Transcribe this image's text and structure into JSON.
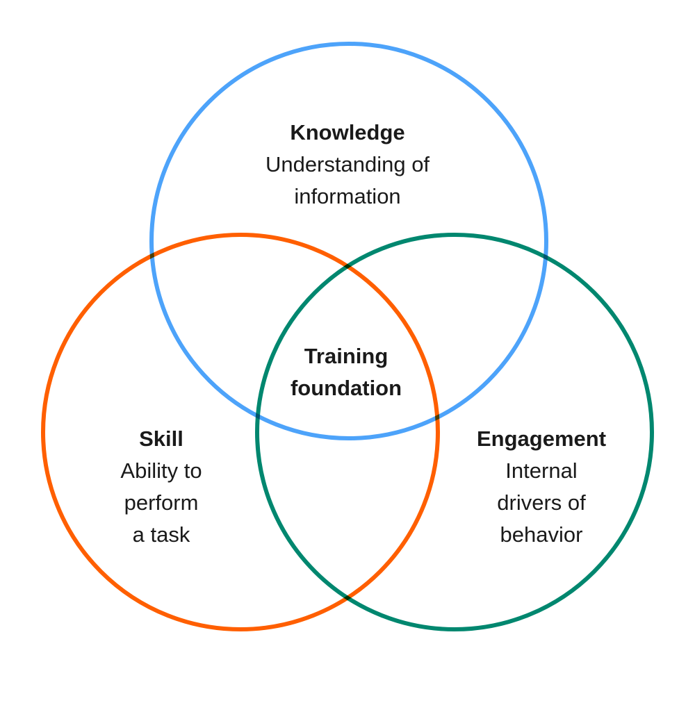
{
  "colors": {
    "knowledge": "#4DA3FA",
    "skill": "#FF5F00",
    "engagement": "#00876F"
  },
  "knowledge": {
    "title": "Knowledge",
    "lines": [
      "Understanding of",
      "information"
    ]
  },
  "skill": {
    "title": "Skill",
    "lines": [
      "Ability to",
      "perform",
      "a task"
    ]
  },
  "engagement": {
    "title": "Engagement",
    "lines": [
      "Internal",
      "drivers of",
      "behavior"
    ]
  },
  "center": {
    "lines": [
      "Training",
      "foundation"
    ]
  }
}
